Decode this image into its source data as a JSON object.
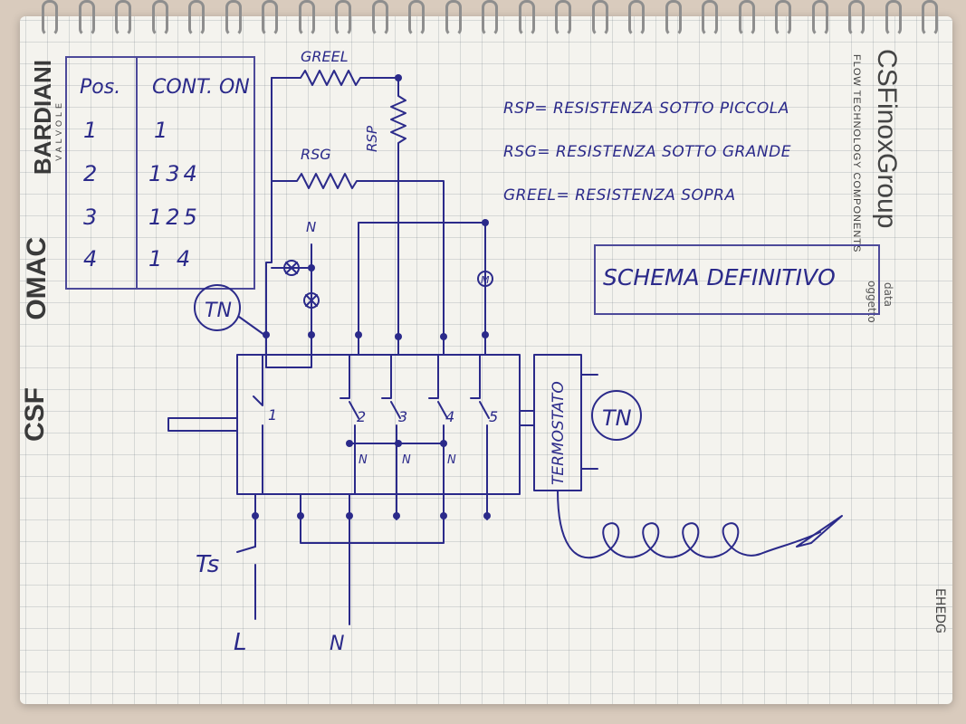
{
  "brands": {
    "bardiani": "BARDIANI",
    "valvole": "VALVOLE",
    "omac": "OMAC",
    "csf": "CSF",
    "csf_inox_group": "CSFinoxGroup",
    "flow_tech": "FLOW TECHNOLOGY COMPONENTS",
    "data": "data",
    "oggetto": "oggetto",
    "ehedg": "EHEDG"
  },
  "table": {
    "headers": [
      "Pos.",
      "CONT. ON"
    ],
    "rows": [
      {
        "pos": "1",
        "cont": "1"
      },
      {
        "pos": "2",
        "cont": "134"
      },
      {
        "pos": "3",
        "cont": "125"
      },
      {
        "pos": "4",
        "cont": "1 4"
      }
    ]
  },
  "legend": [
    "RSP= RESISTENZA SOTTO PICCOLA",
    "RSG= RESISTENZA SOTTO GRANDE",
    "GREEL= RESISTENZA SOPRA"
  ],
  "title": "SCHEMA DEFINITIVO",
  "diagram": {
    "greel": "GREEL",
    "rsg": "RSG",
    "rsp": "RSP",
    "tn1": "TN",
    "tn2": "TN",
    "n_lamp": "N",
    "n2": "N",
    "n3": "N",
    "n4": "N",
    "m": "M",
    "termostato": "TERMOSTATO",
    "ts": "Ts",
    "l": "L",
    "n_bottom": "N",
    "c1": "1",
    "c2": "2",
    "c3": "3",
    "c4": "4",
    "c5": "5"
  }
}
